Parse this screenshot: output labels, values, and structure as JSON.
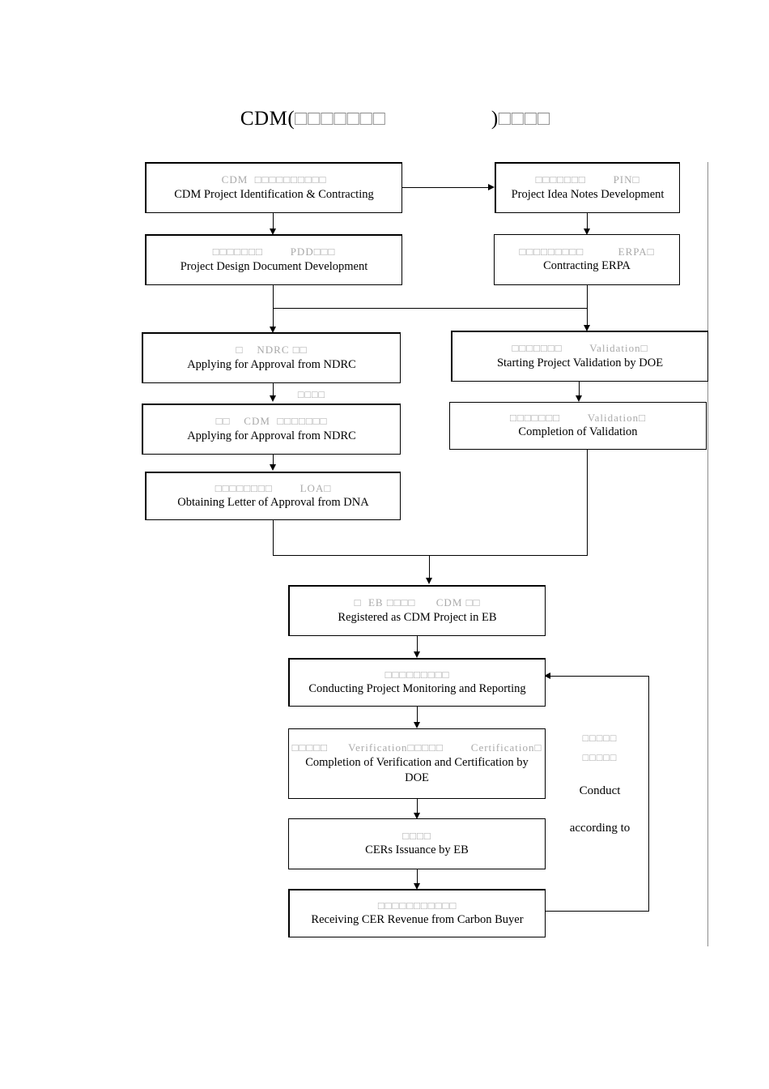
{
  "document": {
    "title_prefix": "CDM",
    "title_paren_open": "(",
    "title_cn_1": "□□□□□□□",
    "title_paren_close": ")",
    "title_cn_2": "□□□□"
  },
  "nodes": [
    {
      "id": "identification",
      "cn": "CDM  □□□□□□□□□□",
      "en": "CDM Project Identification & Contracting"
    },
    {
      "id": "pin",
      "cn": "□□□□□□□        PIN□",
      "en": "Project Idea Notes Development"
    },
    {
      "id": "pdd",
      "cn": "□□□□□□□        PDD□□□",
      "en": "Project Design Document Development"
    },
    {
      "id": "erpa",
      "cn": "□□□□□□□□□          ERPA□",
      "en": "Contracting ERPA"
    },
    {
      "id": "ndrc-apply-1",
      "cn": "□    NDRC □□",
      "en": "Applying for Approval from NDRC"
    },
    {
      "id": "validation-start",
      "cn": "□□□□□□□        Validation□",
      "en": "Starting Project Validation by DOE"
    },
    {
      "id": "ndrc-apply-2",
      "cn": "□□    CDM  □□□□□□□",
      "en": "Applying for Approval from NDRC"
    },
    {
      "id": "validation-complete",
      "cn": "□□□□□□□        Validation□",
      "en": "Completion of Validation"
    },
    {
      "id": "loa",
      "cn": "□□□□□□□□        LOA□",
      "en": "Obtaining Letter of Approval from DNA"
    },
    {
      "id": "eb-registration",
      "cn": "□  EB □□□□      CDM □□",
      "en": "Registered as CDM Project in EB"
    },
    {
      "id": "monitoring",
      "cn": "□□□□□□□□□",
      "en": "Conducting Project Monitoring and Reporting"
    },
    {
      "id": "verification",
      "cn": "□□□□□      Verification□□□□□        Certification□",
      "en": "Completion of Verification and Certification by DOE"
    },
    {
      "id": "cers-issuance",
      "cn": "□□□□",
      "en": "CERs Issuance by EB"
    },
    {
      "id": "cer-revenue",
      "cn": "□□□□□□□□□□□",
      "en": "Receiving CER Revenue from Carbon Buyer"
    }
  ],
  "labels": {
    "ndrc_edge": "□□□□"
  },
  "side_note": {
    "cn_line1": "□□□□□",
    "cn_line2": "□□□□□",
    "en_line1": "Conduct",
    "en_line2": "according to"
  },
  "colors": {
    "line": "#000000",
    "border": "#000000",
    "tofu": "#a9a9a9",
    "page_rule": "#8d8d8d",
    "background": "#ffffff"
  }
}
